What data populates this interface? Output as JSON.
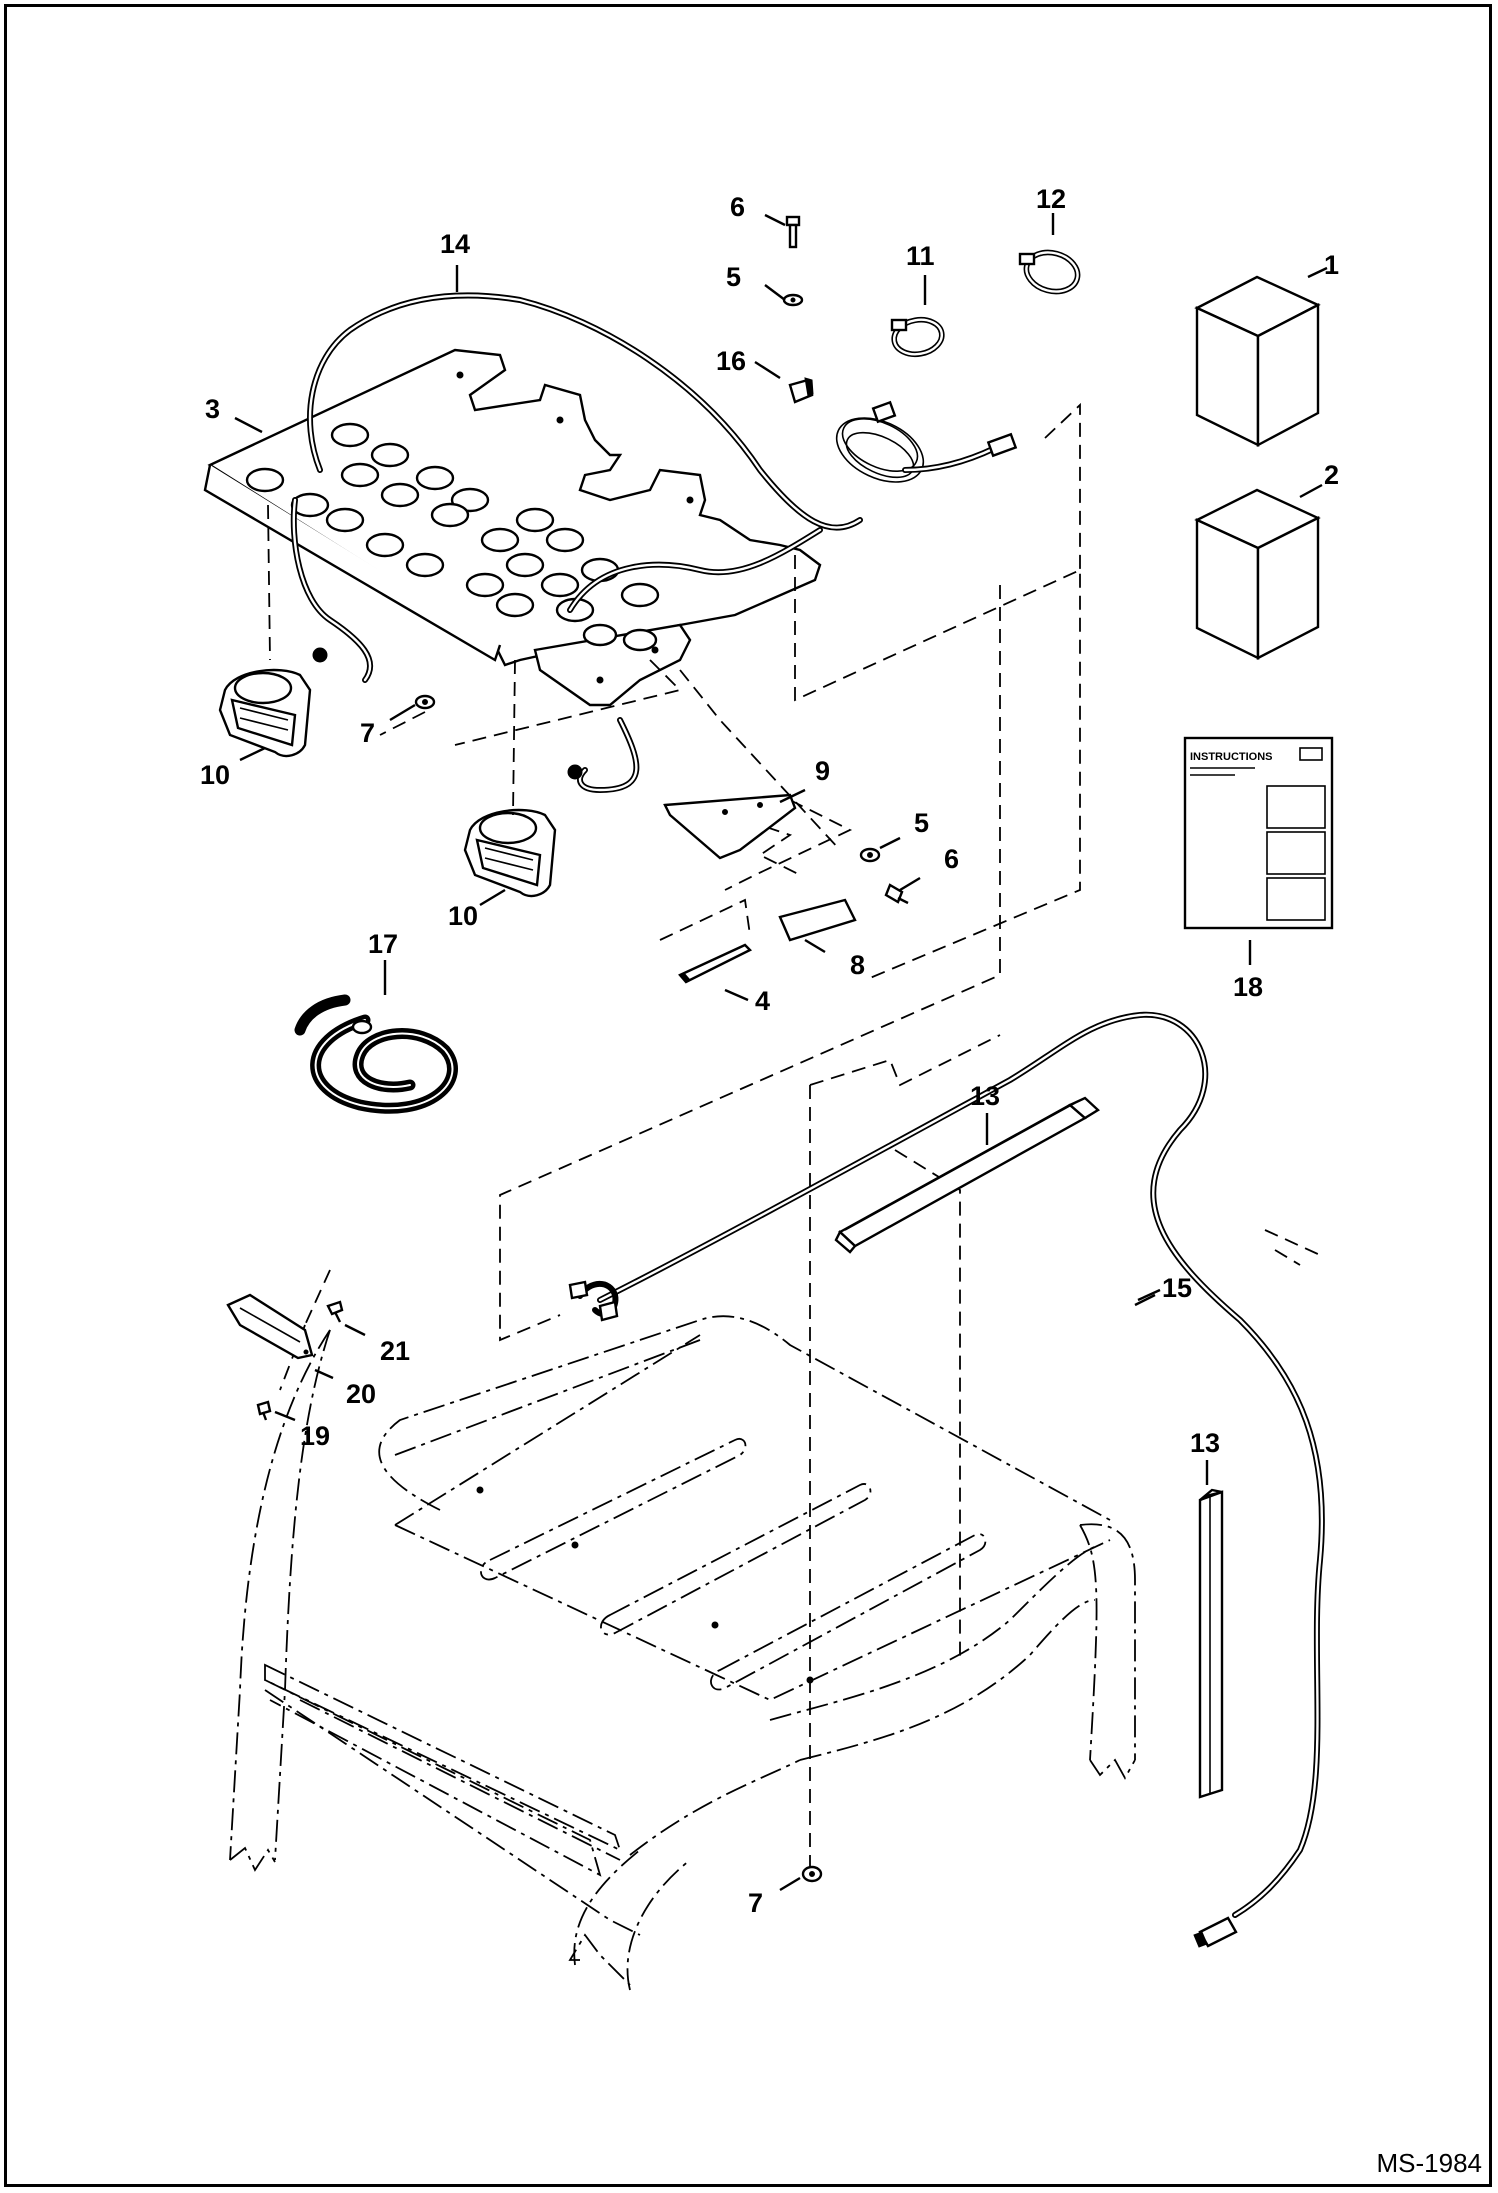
{
  "figure": {
    "id_label": "MS-1984",
    "instructions_sheet_title": "INSTRUCTIONS"
  },
  "callouts": {
    "c1": "1",
    "c2": "2",
    "c3": "3",
    "c4": "4",
    "c5a": "5",
    "c5b": "5",
    "c6a": "6",
    "c6b": "6",
    "c7a": "7",
    "c7b": "7",
    "c8": "8",
    "c9": "9",
    "c10a": "10",
    "c10b": "10",
    "c11": "11",
    "c12": "12",
    "c13a": "13",
    "c13b": "13",
    "c14": "14",
    "c15": "15",
    "c16": "16",
    "c17": "17",
    "c18": "18",
    "c19": "19",
    "c20": "20",
    "c21": "21"
  }
}
